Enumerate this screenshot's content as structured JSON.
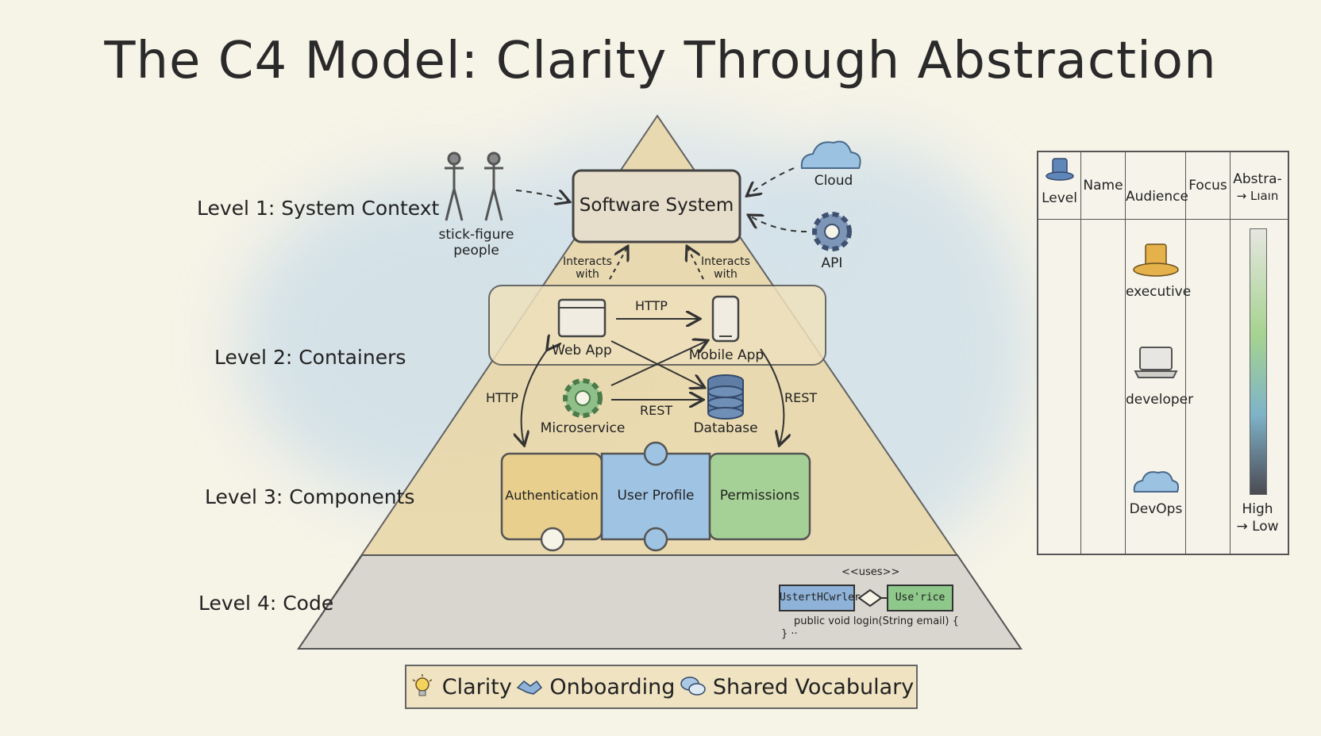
{
  "title": "The C4 Model: Clarity Through Abstraction",
  "levels": {
    "l1": "Level 1: System Context",
    "l2": "Level 2: Containers",
    "l3": "Level 3: Components",
    "l4": "Level 4: Code"
  },
  "context": {
    "system": "Software System",
    "people": "stick-figure people",
    "cloud": "Cloud",
    "api": "API",
    "interacts_left": [
      "Interacts",
      "with"
    ],
    "interacts_right": [
      "Interacts",
      "with"
    ]
  },
  "containers": {
    "web_app": "Web App",
    "mobile_app": "Mobile App",
    "microservice": "Microservice",
    "database": "Database",
    "http_top": "HTTP",
    "http_left": "HTTP",
    "rest_mid": "REST",
    "rest_right": "REST"
  },
  "components": {
    "auth": "Authentication",
    "profile": "User Profile",
    "permissions": "Permissions"
  },
  "code": {
    "uses": "<<uses>>",
    "class_left": "UstertHCwrler",
    "class_right": "Use'rice",
    "line1": "public void login(String email) {",
    "line2": "} ··"
  },
  "table": {
    "headers": [
      "Level",
      "Name",
      "Audience",
      "Focus",
      "Abstra-",
      "→ Lıaın"
    ],
    "audiences": [
      "executive",
      "developer",
      "DevOps"
    ],
    "scale": [
      "High",
      "→ Low"
    ]
  },
  "benefits": [
    "Clarity",
    "Onboarding",
    "Shared Vocabulary"
  ],
  "colors": {
    "paper": "#f6f3e7",
    "sand": "#ecd9a8",
    "blue": "#a8c8e4",
    "green": "#a9d49b",
    "gray": "#d8d4cc"
  }
}
